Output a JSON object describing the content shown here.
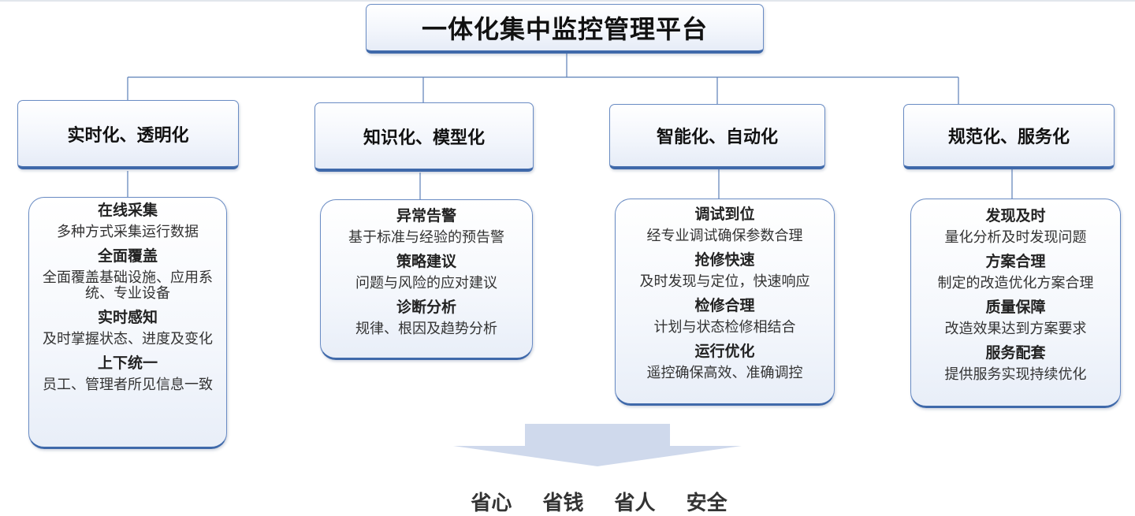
{
  "platform_title": "一体化集中监控管理平台",
  "categories": [
    {
      "title": "实时化、透明化",
      "items": [
        {
          "heading": "在线采集",
          "desc": "多种方式采集运行数据"
        },
        {
          "heading": "全面覆盖",
          "desc": "全面覆盖基础设施、应用系统、专业设备"
        },
        {
          "heading": "实时感知",
          "desc": "及时掌握状态、进度及变化"
        },
        {
          "heading": "上下统一",
          "desc": "员工、管理者所见信息一致"
        }
      ]
    },
    {
      "title": "知识化、模型化",
      "items": [
        {
          "heading": "异常告警",
          "desc": "基于标准与经验的预告警"
        },
        {
          "heading": "策略建议",
          "desc": "问题与风险的应对建议"
        },
        {
          "heading": "诊断分析",
          "desc": "规律、根因及趋势分析"
        }
      ]
    },
    {
      "title": "智能化、自动化",
      "items": [
        {
          "heading": "调试到位",
          "desc": "经专业调试确保参数合理"
        },
        {
          "heading": "抢修快速",
          "desc": "及时发现与定位，快速响应"
        },
        {
          "heading": "检修合理",
          "desc": "计划与状态检修相结合"
        },
        {
          "heading": "运行优化",
          "desc": "遥控确保高效、准确调控"
        }
      ]
    },
    {
      "title": "规范化、服务化",
      "items": [
        {
          "heading": "发现及时",
          "desc": "量化分析及时发现问题"
        },
        {
          "heading": "方案合理",
          "desc": "制定的改造优化方案合理"
        },
        {
          "heading": "质量保障",
          "desc": "改造效果达到方案要求"
        },
        {
          "heading": "服务配套",
          "desc": "提供服务实现持续优化"
        }
      ]
    }
  ],
  "outcomes": [
    "省心",
    "省钱",
    "省人",
    "安全"
  ],
  "colors": {
    "box_border": "#6a8cc4",
    "box_shadow_edge": "#3f69aa",
    "connector": "#5b7fb8",
    "arrow_fill": "#cfd9ec"
  }
}
